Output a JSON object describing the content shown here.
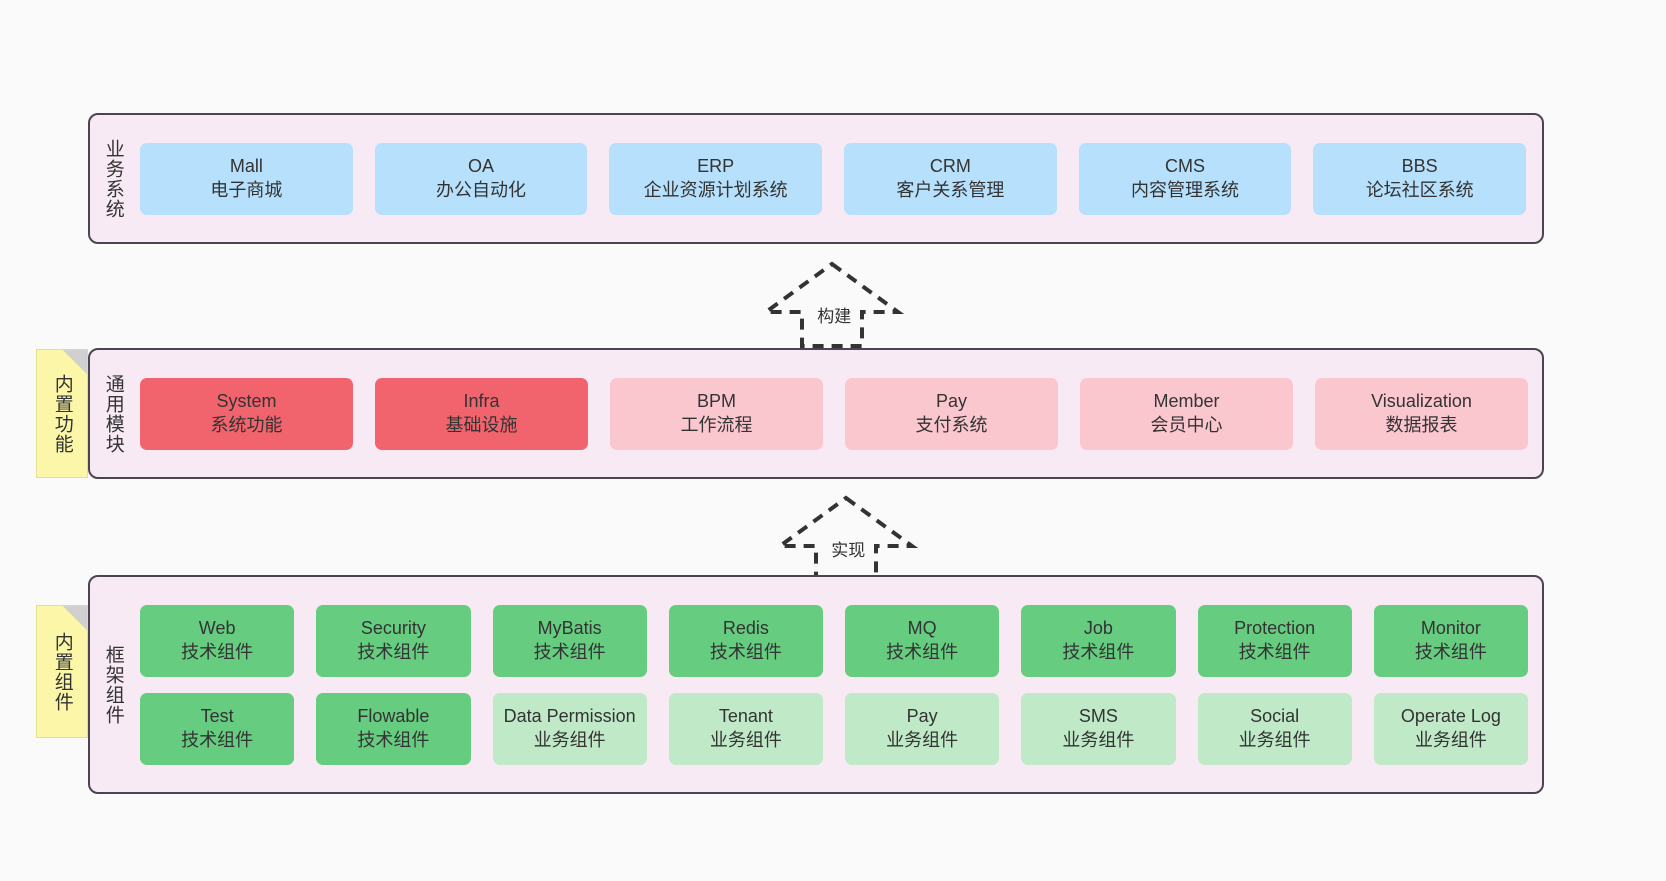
{
  "diagram": {
    "title_hidden": "",
    "background": "#fafafa",
    "layer_border_color": "#4a4453",
    "layer_fill_color": "#f8eaf4",
    "note_fill_color": "#fbf6a8"
  },
  "layers": [
    {
      "id": "business",
      "title": "业务系统",
      "note": null,
      "rows": [
        {
          "cells": [
            {
              "en": "Mall",
              "cn": "电子商城",
              "color": "#b6e0fb",
              "style": "c-blue"
            },
            {
              "en": "OA",
              "cn": "办公自动化",
              "color": "#b6e0fb",
              "style": "c-blue"
            },
            {
              "en": "ERP",
              "cn": "企业资源计划系统",
              "color": "#b6e0fb",
              "style": "c-blue"
            },
            {
              "en": "CRM",
              "cn": "客户关系管理",
              "color": "#b6e0fb",
              "style": "c-blue"
            },
            {
              "en": "CMS",
              "cn": "内容管理系统",
              "color": "#b6e0fb",
              "style": "c-blue"
            },
            {
              "en": "BBS",
              "cn": "论坛社区系统",
              "color": "#b6e0fb",
              "style": "c-blue"
            }
          ]
        }
      ]
    },
    {
      "id": "modules",
      "title": "通用模块",
      "note": "内置功能",
      "rows": [
        {
          "cells": [
            {
              "en": "System",
              "cn": "系统功能",
              "color": "#f1646d",
              "style": "c-red"
            },
            {
              "en": "Infra",
              "cn": "基础设施",
              "color": "#f1646d",
              "style": "c-red"
            },
            {
              "en": "BPM",
              "cn": "工作流程",
              "color": "#fbc7cf",
              "style": "c-pink"
            },
            {
              "en": "Pay",
              "cn": "支付系统",
              "color": "#fbc7cf",
              "style": "c-pink"
            },
            {
              "en": "Member",
              "cn": "会员中心",
              "color": "#fbc7cf",
              "style": "c-pink"
            },
            {
              "en": "Visualization",
              "cn": "数据报表",
              "color": "#fbc7cf",
              "style": "c-pink"
            }
          ]
        }
      ]
    },
    {
      "id": "framework",
      "title": "框架组件",
      "note": "内置组件",
      "rows": [
        {
          "cells": [
            {
              "en": "Web",
              "cn": "技术组件",
              "color": "#66cc7f",
              "style": "c-green"
            },
            {
              "en": "Security",
              "cn": "技术组件",
              "color": "#66cc7f",
              "style": "c-green"
            },
            {
              "en": "MyBatis",
              "cn": "技术组件",
              "color": "#66cc7f",
              "style": "c-green"
            },
            {
              "en": "Redis",
              "cn": "技术组件",
              "color": "#66cc7f",
              "style": "c-green"
            },
            {
              "en": "MQ",
              "cn": "技术组件",
              "color": "#66cc7f",
              "style": "c-green"
            },
            {
              "en": "Job",
              "cn": "技术组件",
              "color": "#66cc7f",
              "style": "c-green"
            },
            {
              "en": "Protection",
              "cn": "技术组件",
              "color": "#66cc7f",
              "style": "c-green"
            },
            {
              "en": "Monitor",
              "cn": "技术组件",
              "color": "#66cc7f",
              "style": "c-green"
            }
          ]
        },
        {
          "cells": [
            {
              "en": "Test",
              "cn": "技术组件",
              "color": "#66cc7f",
              "style": "c-green"
            },
            {
              "en": "Flowable",
              "cn": "技术组件",
              "color": "#66cc7f",
              "style": "c-green"
            },
            {
              "en": "Data Permission",
              "cn": "业务组件",
              "color": "#bfe9c7",
              "style": "c-greenlight",
              "wrap": true
            },
            {
              "en": "Tenant",
              "cn": "业务组件",
              "color": "#bfe9c7",
              "style": "c-greenlight"
            },
            {
              "en": "Pay",
              "cn": "业务组件",
              "color": "#bfe9c7",
              "style": "c-greenlight"
            },
            {
              "en": "SMS",
              "cn": "业务组件",
              "color": "#bfe9c7",
              "style": "c-greenlight"
            },
            {
              "en": "Social",
              "cn": "业务组件",
              "color": "#bfe9c7",
              "style": "c-greenlight"
            },
            {
              "en": "Operate Log",
              "cn": "业务组件",
              "color": "#bfe9c7",
              "style": "c-greenlight"
            }
          ]
        }
      ]
    }
  ],
  "connectors": [
    {
      "id": "build",
      "label": "构建",
      "direction": "up",
      "line": "dashed"
    },
    {
      "id": "impl",
      "label": "实现",
      "direction": "up",
      "line": "dashed"
    }
  ]
}
